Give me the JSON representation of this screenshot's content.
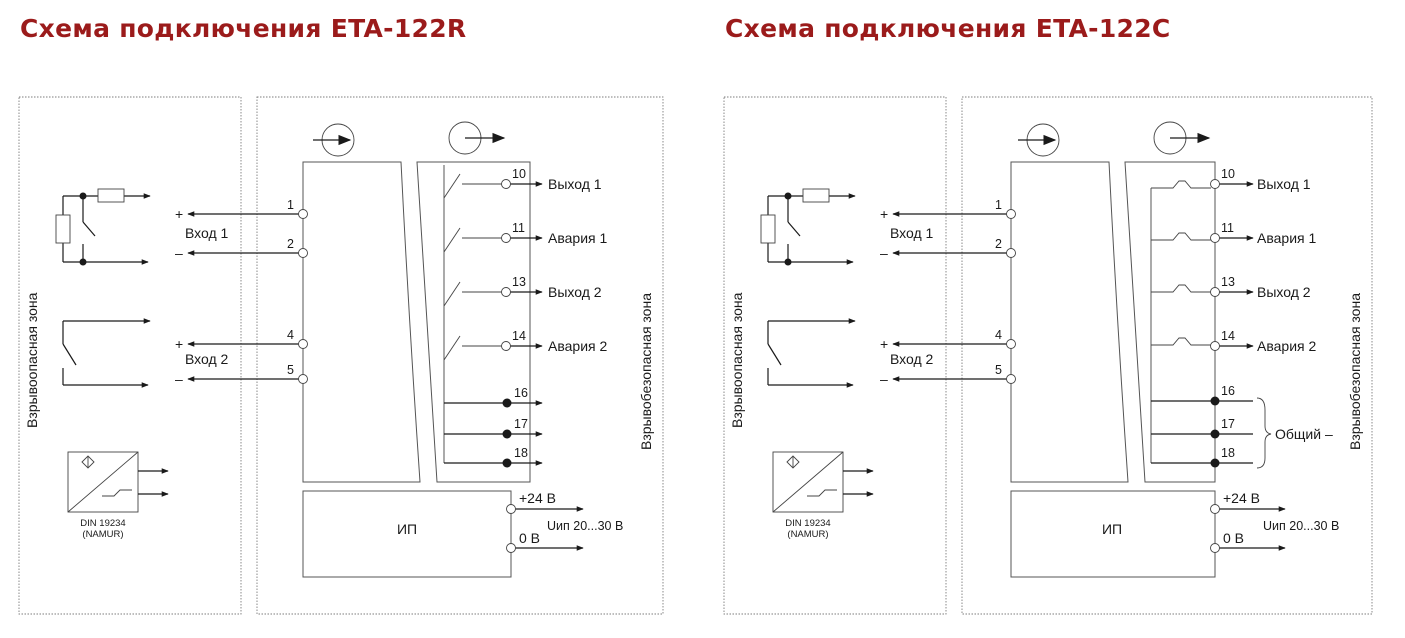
{
  "titles": {
    "left": "Схема подключения ETA-122R",
    "right": "Схема подключения ETA-122C"
  },
  "labels": {
    "hazard_zone": "Взрывоопасная зона",
    "safe_zone": "Взрывобезопасная зона",
    "input1": "Вход 1",
    "input2": "Вход 2",
    "plus": "+",
    "minus": "–",
    "namur_line1": "DIN 19234",
    "namur_line2": "(NAMUR)",
    "psu": "ИП",
    "plus24": "+24 В",
    "zero_v": "0 В",
    "u_supply": "Uип 20...30 В",
    "output1": "Выход 1",
    "alarm1": "Авария 1",
    "output2": "Выход 2",
    "alarm2": "Авария 2",
    "common": "Общий –"
  },
  "terminals": {
    "t1": "1",
    "t2": "2",
    "t4": "4",
    "t5": "5",
    "t10": "10",
    "t11": "11",
    "t13": "13",
    "t14": "14",
    "t16": "16",
    "t17": "17",
    "t18": "18"
  },
  "icons": {
    "input_symbol": "circle-arrow-in-icon",
    "output_symbol": "circle-arrow-out-icon",
    "namur_sensor": "namur-sensor-icon",
    "resistor": "resistor-icon",
    "switch": "switch-icon"
  }
}
